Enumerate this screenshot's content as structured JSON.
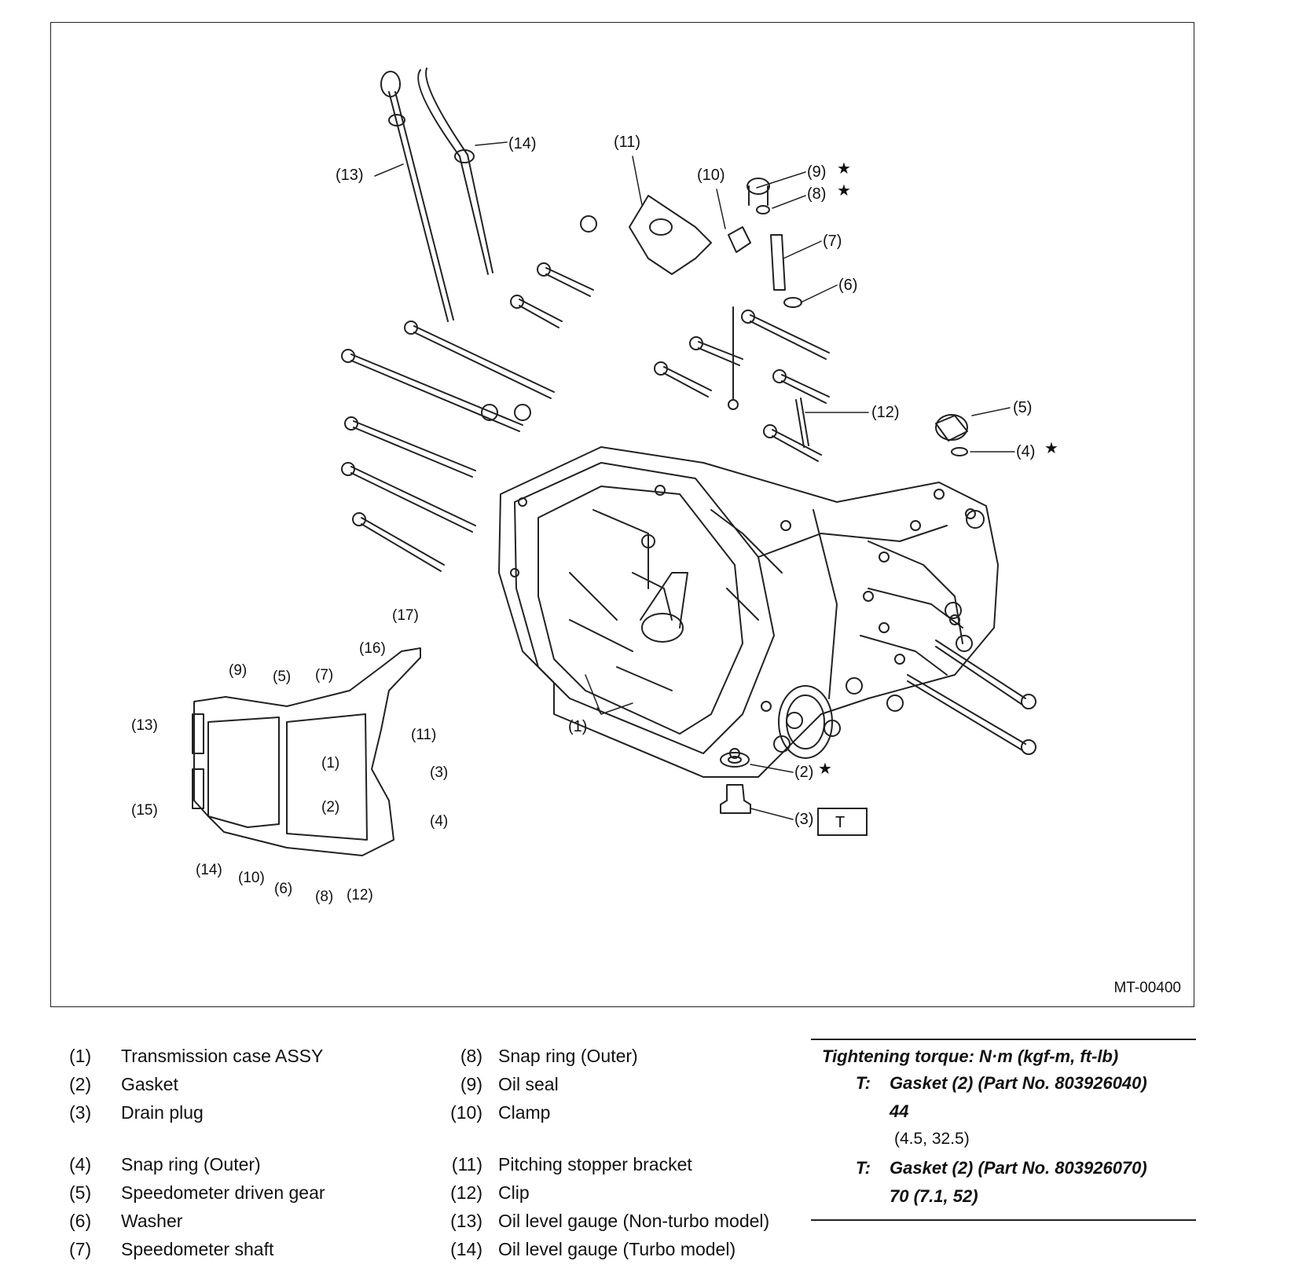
{
  "diagram": {
    "reference_code": "MT-00400",
    "torque_box": "T",
    "star": "★",
    "callouts_exploded": [
      "(1)",
      "(2)",
      "(3)",
      "(4)",
      "(5)",
      "(6)",
      "(7)",
      "(8)",
      "(9)",
      "(10)",
      "(11)",
      "(12)",
      "(13)",
      "(14)"
    ],
    "callouts_gasket": [
      "(1)",
      "(2)",
      "(3)",
      "(4)",
      "(5)",
      "(6)",
      "(7)",
      "(8)",
      "(9)",
      "(10)",
      "(11)",
      "(12)",
      "(13)",
      "(14)",
      "(15)",
      "(16)",
      "(17)"
    ]
  },
  "legend": {
    "left": [
      {
        "num": "(1)",
        "text": "Transmission case ASSY"
      },
      {
        "num": "(2)",
        "text": "Gasket"
      },
      {
        "num": "(3)",
        "text": "Drain plug"
      },
      {
        "num": "(4)",
        "text": "Snap ring (Outer)"
      },
      {
        "num": "(5)",
        "text": "Speedometer driven gear"
      },
      {
        "num": "(6)",
        "text": "Washer"
      },
      {
        "num": "(7)",
        "text": "Speedometer shaft"
      }
    ],
    "middle": [
      {
        "num": "(8)",
        "text": "Snap ring (Outer)"
      },
      {
        "num": "(9)",
        "text": "Oil seal"
      },
      {
        "num": "(10)",
        "text": "Clamp"
      },
      {
        "num": "(11)",
        "text": "Pitching stopper bracket"
      },
      {
        "num": "(12)",
        "text": "Clip"
      },
      {
        "num": "(13)",
        "text": "Oil level gauge (Non-turbo model)"
      },
      {
        "num": "(14)",
        "text": "Oil level gauge (Turbo model)"
      }
    ]
  },
  "torque": {
    "title": "Tightening torque: N·m (kgf-m, ft-lb)",
    "entries": [
      {
        "prefix": "T:",
        "line1": "Gasket (2) (Part No. 803926040)",
        "line2": "44",
        "line3": "(4.5, 32.5)"
      },
      {
        "prefix": "T:",
        "line1": "Gasket (2) (Part No. 803926070)",
        "line2": "70 (7.1, 52)"
      }
    ]
  }
}
